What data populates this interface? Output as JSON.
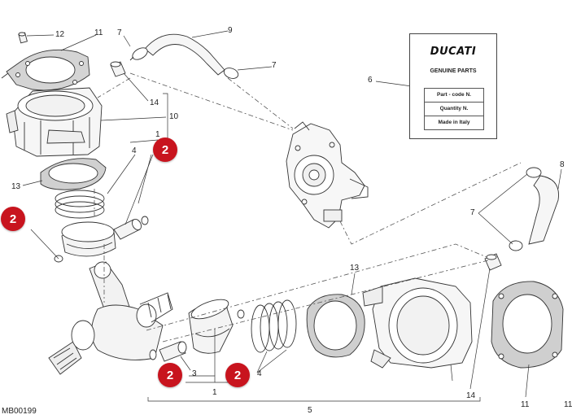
{
  "callouts": {
    "c12": "12",
    "c11a": "11",
    "c7a": "7",
    "c9": "9",
    "c7b": "7",
    "c14a": "14",
    "c10": "10",
    "c1a": "1",
    "c6": "6",
    "c4a": "4",
    "c13a": "13",
    "c8": "8",
    "c7c": "7",
    "c13b": "13",
    "c3": "3",
    "c1b": "1",
    "c4b": "4",
    "c14b": "14",
    "c11b": "11",
    "c11c": "11",
    "c5": "5"
  },
  "badges": {
    "b1": "2",
    "b2": "2",
    "b3": "2",
    "b4": "2"
  },
  "card": {
    "brand": "DUCATI",
    "subtitle": "GENUINE PARTS",
    "rows": [
      "Part - code N.",
      "Quantity N.",
      "Made in Italy"
    ]
  },
  "drawing_code": "MB00199",
  "colors": {
    "badge": "#c8141e",
    "line": "#333333",
    "part_fill": "#f4f4f4",
    "gasket_fill": "#cfcfcf"
  }
}
